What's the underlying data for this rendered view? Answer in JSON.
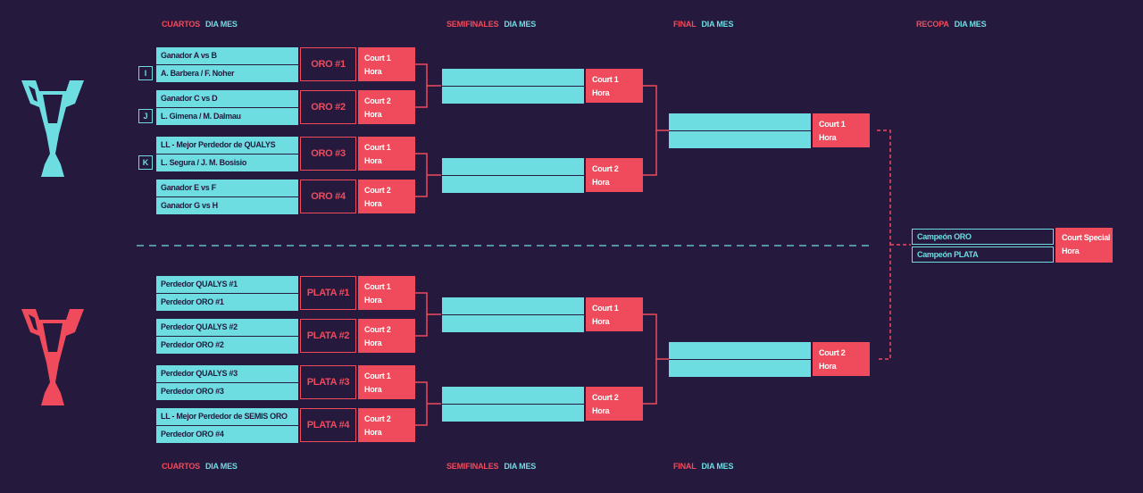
{
  "headers": {
    "top": {
      "cuartos": {
        "stage": "CUARTOS",
        "date": "DIA MES"
      },
      "semifinales": {
        "stage": "SEMIFINALES",
        "date": "DIA MES"
      },
      "final": {
        "stage": "FINAL",
        "date": "DIA MES"
      },
      "recopa": {
        "stage": "RECOPA",
        "date": "DIA MES"
      }
    },
    "bottom": {
      "cuartos": {
        "stage": "CUARTOS",
        "date": "DIA MES"
      },
      "semifinales": {
        "stage": "SEMIFINALES",
        "date": "DIA MES"
      },
      "final": {
        "stage": "FINAL",
        "date": "DIA MES"
      }
    }
  },
  "trophies": {
    "oro": {
      "icon": "trophy-icon",
      "color": "#6ddde2"
    },
    "plata": {
      "icon": "trophy-icon",
      "color": "#f04b5c"
    }
  },
  "seeds": [
    "I",
    "J",
    "K"
  ],
  "oro": {
    "quarters": [
      {
        "label": "ORO #1",
        "team1": "Ganador A vs B",
        "team2": "A. Barbera / F. Noher",
        "court": "Court 1",
        "time": "Hora"
      },
      {
        "label": "ORO #2",
        "team1": "Ganador C vs D",
        "team2": "L. Gimena / M. Dalmau",
        "court": "Court 2",
        "time": "Hora"
      },
      {
        "label": "ORO #3",
        "team1": "LL - Mejor Perdedor de QUALYS",
        "team2": "L. Segura / J. M. Bosisio",
        "court": "Court 1",
        "time": "Hora"
      },
      {
        "label": "ORO #4",
        "team1": "Ganador E vs F",
        "team2": "Ganador G vs H",
        "court": "Court 2",
        "time": "Hora"
      }
    ],
    "semis": [
      {
        "court": "Court 1",
        "time": "Hora"
      },
      {
        "court": "Court 2",
        "time": "Hora"
      }
    ],
    "final": {
      "court": "Court 1",
      "time": "Hora"
    }
  },
  "plata": {
    "quarters": [
      {
        "label": "PLATA #1",
        "team1": "Perdedor QUALYS #1",
        "team2": "Perdedor ORO #1",
        "court": "Court 1",
        "time": "Hora"
      },
      {
        "label": "PLATA #2",
        "team1": "Perdedor QUALYS #2",
        "team2": "Perdedor ORO #2",
        "court": "Court 2",
        "time": "Hora"
      },
      {
        "label": "PLATA #3",
        "team1": "Perdedor QUALYS #3",
        "team2": "Perdedor ORO #3",
        "court": "Court 1",
        "time": "Hora"
      },
      {
        "label": "PLATA #4",
        "team1": "LL - Mejor Perdedor de SEMIS ORO",
        "team2": "Perdedor ORO #4",
        "court": "Court 2",
        "time": "Hora"
      }
    ],
    "semis": [
      {
        "court": "Court 1",
        "time": "Hora"
      },
      {
        "court": "Court 2",
        "time": "Hora"
      }
    ],
    "final": {
      "court": "Court 2",
      "time": "Hora"
    }
  },
  "recopa": {
    "team1": "Campeón ORO",
    "team2": "Campeón PLATA",
    "court": "Court Special",
    "time": "Hora"
  },
  "colors": {
    "background": "#25193d",
    "teal": "#6ddde2",
    "red": "#f04b5c"
  }
}
